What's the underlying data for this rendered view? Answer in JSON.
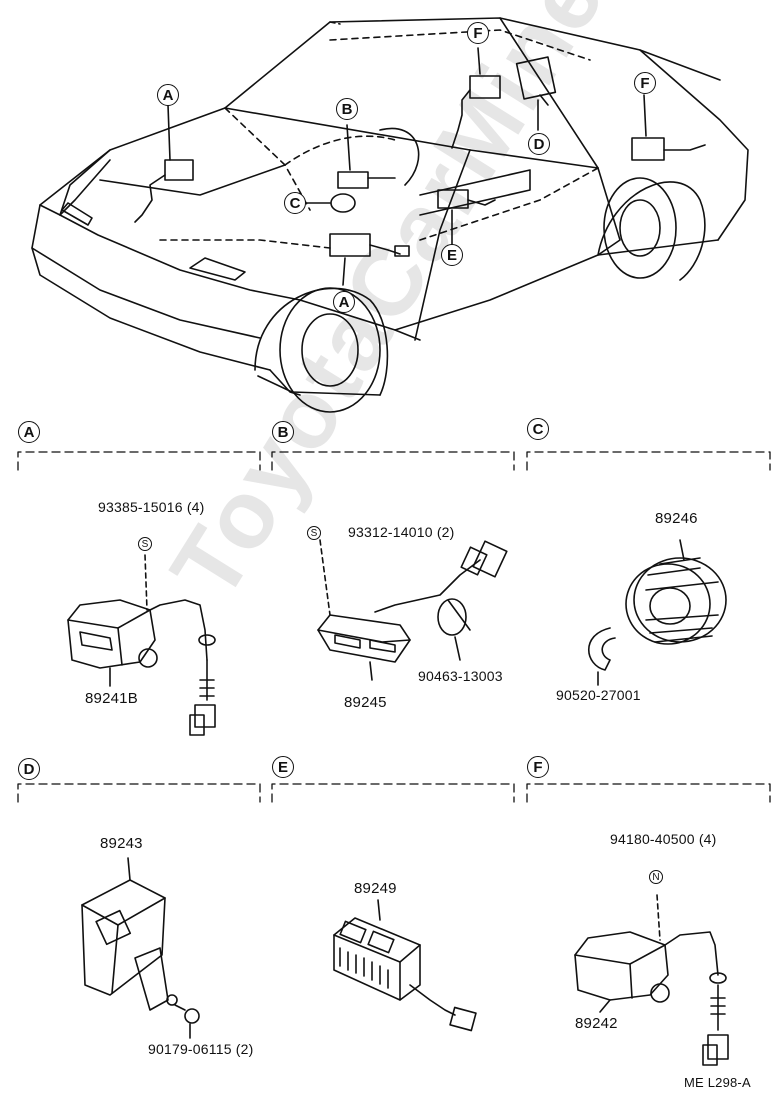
{
  "watermark": "ToyotaCarMine.com",
  "callouts": {
    "car_a1": "A",
    "car_a2": "A",
    "car_b": "B",
    "car_c": "C",
    "car_d": "D",
    "car_e": "E",
    "car_f1": "F",
    "car_f2": "F"
  },
  "sections": {
    "a": {
      "letter": "A",
      "screw": "93385-15016 (4)",
      "screw_sym": "S",
      "part": "89241B"
    },
    "b": {
      "letter": "B",
      "screw": "93312-14010 (2)",
      "screw_sym": "S",
      "part": "89245",
      "clamp": "90463-13003"
    },
    "c": {
      "letter": "C",
      "part": "89246",
      "clip": "90520-27001"
    },
    "d": {
      "letter": "D",
      "part": "89243",
      "nut": "90179-06115 (2)"
    },
    "e": {
      "letter": "E",
      "part": "89249"
    },
    "f": {
      "letter": "F",
      "nut": "94180-40500 (4)",
      "nut_sym": "N",
      "part": "89242"
    }
  },
  "footer": {
    "code": "ME  L298-A"
  }
}
